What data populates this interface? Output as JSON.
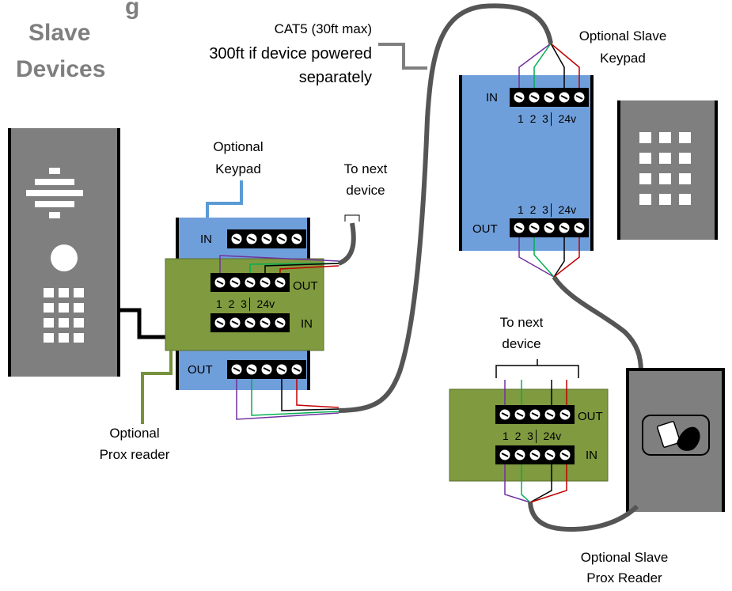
{
  "title": {
    "line0": "g",
    "line1": "Slave",
    "line2": "Devices"
  },
  "cable_note": {
    "line1": "CAT5 (30ft max)",
    "line2": "300ft if device powered",
    "line3": "separately"
  },
  "labels": {
    "optional_keypad_1": "Optional",
    "optional_keypad_2": "Keypad",
    "to_next_device_1": "To next",
    "to_next_device_2": "device",
    "optional_prox_1": "Optional",
    "optional_prox_2": "Prox reader",
    "slave_keypad_1": "Optional Slave",
    "slave_keypad_2": "Keypad",
    "slave_prox_1": "Optional Slave",
    "slave_prox_2": "Prox Reader"
  },
  "terminal": {
    "in": "IN",
    "out": "OUT",
    "pins": "1  2  3│ 24v"
  },
  "colors": {
    "blue_box": "#6f9fdb",
    "green_box": "#7f9a3f",
    "device_gray": "#7f7f7f",
    "cable_gray": "#555555",
    "wire_purple": "#7030a0",
    "wire_green": "#00b050",
    "wire_black": "#000000",
    "wire_red": "#c00000",
    "keypad_wire_blue": "#5b9bd5",
    "prox_wire_green": "#76923c"
  }
}
